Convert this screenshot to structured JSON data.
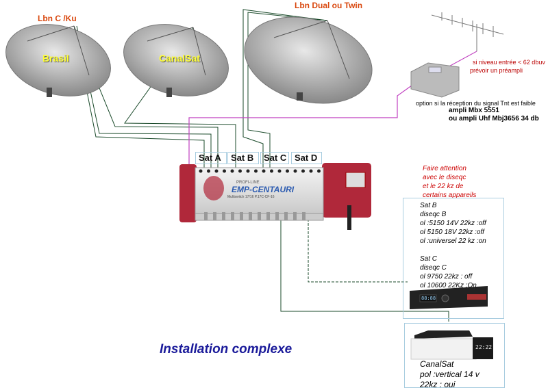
{
  "labels": {
    "lbn_c_ku": "Lbn C /Ku",
    "lbn_dual": "Lbn Dual ou Twin"
  },
  "dishes": [
    "Brasil",
    "CanalSat",
    ""
  ],
  "ampli": {
    "note_level": "si niveau entrée < 62 dbuv",
    "note_preampli": "prévoir un préampli",
    "option": "option si la réception du signal Tnt est faible",
    "model1": "ampli Mbx 5551",
    "model2": "ou ampli Uhf Mbj3656 34 db"
  },
  "multiswitch": {
    "brand": "EMP-CENTAURI",
    "top": "PROFI-LINE",
    "model": "Multiswitch 17/16 P.17C-CF-16",
    "inputs": [
      "Sat A",
      "Sat B",
      "Sat C",
      "Sat D"
    ]
  },
  "warning": [
    "Faire attention",
    "avec le diseqc",
    "et le 22 kz de",
    "certains appareils"
  ],
  "receiver1": {
    "lines": [
      "Sat B",
      "diseqc  B",
      "ol :5150 14V    22kz :off",
      "ol 5150 18V     22kz :off",
      "ol :universel    22 kz :on",
      "",
      "Sat C",
      "diseqc  C",
      "ol 9750   22kz : off",
      "ol 10600 22Kz :On"
    ],
    "display": "88:88"
  },
  "receiver2": {
    "lines": [
      "CanalSat",
      "pol :vertical 14 v",
      "22kz : oui"
    ],
    "display": "22:22"
  },
  "title": "Installation complexe",
  "colors": {
    "cable": "#1a4a2a",
    "tnt_cable": "#c040c0",
    "switch_red": "#b0283a",
    "title": "#1a1a9a"
  }
}
